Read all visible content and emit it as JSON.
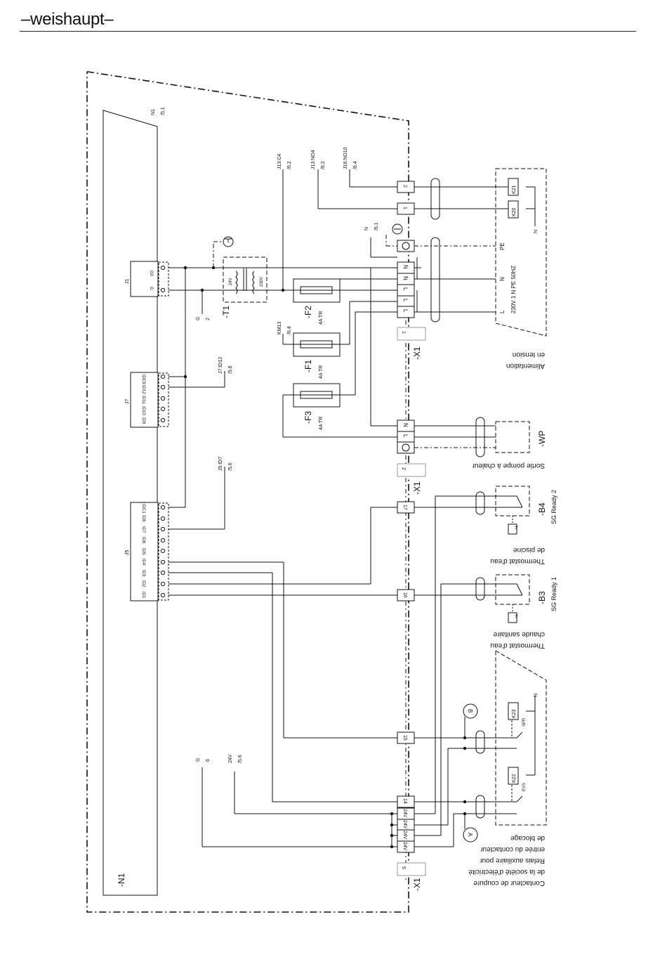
{
  "header": {
    "brand": "–weishaupt–"
  },
  "controller": {
    "name": "-N1",
    "ref": "N1",
    "ref_sub": "/5.1"
  },
  "connectors": {
    "J1": {
      "name": "J1",
      "pins": [
        "G0",
        "G"
      ]
    },
    "J7": {
      "name": "J7",
      "pins": [
        "IDC9",
        "ID12",
        "ID11",
        "ID10",
        "ID9"
      ]
    },
    "J5": {
      "name": "J5",
      "pins": [
        "IDC1",
        "ID8",
        "ID7",
        "ID6",
        "ID5",
        "ID4",
        "ID3",
        "ID2",
        "ID1"
      ]
    }
  },
  "transformer": {
    "name": "-T1",
    "secondary": "24V",
    "primary": "230V"
  },
  "fuses": [
    {
      "name": "-F2",
      "rating": "4A TR"
    },
    {
      "name": "-F1",
      "rating": "4A TR"
    },
    {
      "name": "-F3",
      "rating": "4A TR"
    }
  ],
  "refs": {
    "j13c4": {
      "a": "J13:C4",
      "b": "/6.2"
    },
    "j13no4": {
      "a": "J13:NO4",
      "b": "/6.2"
    },
    "j16no10": {
      "a": "J16:NO10",
      "b": "/6.4"
    },
    "km13": {
      "a": "KM13",
      "b": "/6.4"
    },
    "n61": {
      "a": "N",
      "b": "/6.1"
    },
    "g2": {
      "a": "G",
      "b": "2"
    },
    "j7id12": {
      "a": "J7:ID12",
      "b": "/5.6"
    },
    "j5id7": {
      "a": "J5:ID7",
      "b": "/5.6"
    },
    "g6": {
      "a": "G",
      "b": "6"
    },
    "v24": {
      "a": "24V",
      "b": "/5.6"
    }
  },
  "terminals": {
    "x1_label": "-X1",
    "group_tags": [
      "1",
      "2",
      "5"
    ],
    "block1": [
      "2",
      "1"
    ],
    "block2": [
      "N",
      "N",
      "L",
      "L",
      "L"
    ],
    "block_wp": [
      "N",
      "L"
    ],
    "t17": "17",
    "t16": "16",
    "t15": "15",
    "block5": [
      "14",
      "24V",
      "24V",
      "24V",
      "24V"
    ]
  },
  "supply": {
    "k21": "K21",
    "k20": "K20",
    "n": "N",
    "pe": "PE",
    "n2": "N",
    "l": "L",
    "spec": "230V 1 N PE 50HZ",
    "caption_1": "Alimentation",
    "caption_2": "en tension"
  },
  "heat_pump": {
    "name": "-WP",
    "caption": "Sortie pompe à chaleur"
  },
  "b4": {
    "name": "-B4",
    "sg": "SG Ready 2",
    "tag": "T<",
    "caption_1": "Thermostat d'eau",
    "caption_2": "de piscine"
  },
  "b3": {
    "name": "-B3",
    "sg": "SG Ready 1",
    "tag": "T<",
    "caption_1": "Thermostat d'eau",
    "caption_2": "chaude sanitaire"
  },
  "relays": {
    "k23": "K23",
    "spr": "SPR",
    "k22": "K22",
    "evs": "EVS",
    "n": "N",
    "marker_b": "B",
    "marker_a": "A",
    "caption": [
      "Contacteur de coupure",
      "de la société d'électricité",
      "Relais auxiliaire pour",
      "entrée du contacteur",
      "de blocage"
    ]
  }
}
